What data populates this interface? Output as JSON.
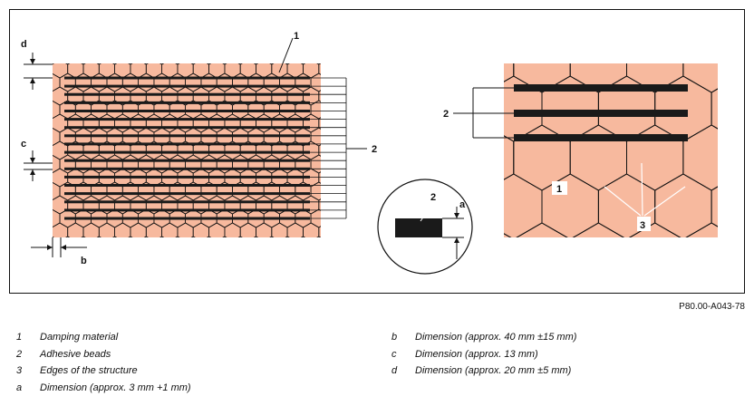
{
  "figure": {
    "id": "P80.00-A043-78",
    "colors": {
      "damping": "#f7b99e",
      "bead": "#1a1a1a",
      "line": "#111111"
    },
    "callouts": {
      "left_dim_d": "d",
      "left_dim_c": "c",
      "left_dim_b": "b",
      "left_item_1": "1",
      "left_item_2": "2",
      "detail_item_2": "2",
      "detail_dim_a": "a",
      "right_item_1": "1",
      "right_item_2": "2",
      "right_item_3": "3"
    }
  },
  "legend": {
    "left": [
      {
        "key": "1",
        "text": "Damping material"
      },
      {
        "key": "2",
        "text": "Adhesive beads"
      },
      {
        "key": "3",
        "text": "Edges of the structure"
      },
      {
        "key": "a",
        "text": "Dimension (approx. 3 mm +1 mm)"
      }
    ],
    "right": [
      {
        "key": "b",
        "text": "Dimension (approx. 40 mm ±15 mm)"
      },
      {
        "key": "c",
        "text": "Dimension (approx. 13 mm)"
      },
      {
        "key": "d",
        "text": "Dimension (approx. 20 mm ±5 mm)"
      }
    ]
  }
}
